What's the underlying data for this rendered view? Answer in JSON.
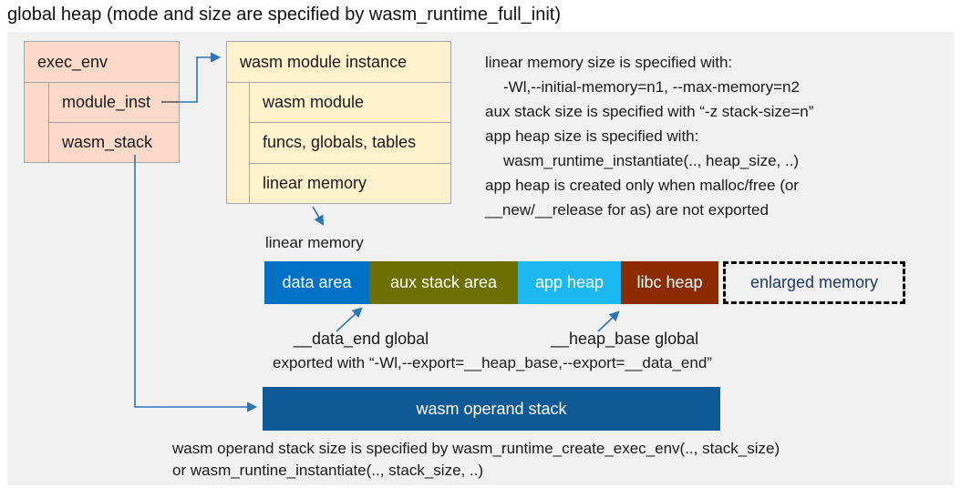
{
  "title": "global heap (mode and size are specified by wasm_runtime_full_init)",
  "exec_env": {
    "title": "exec_env",
    "rows": [
      "module_inst",
      "wasm_stack"
    ]
  },
  "module_instance": {
    "title": "wasm module instance",
    "rows": [
      "wasm module",
      "funcs, globals, tables",
      "linear memory"
    ]
  },
  "notes_right": {
    "lines": [
      "linear memory size is specified with:",
      "-Wl,--initial-memory=n1, --max-memory=n2",
      "aux stack size is specified with “-z stack-size=n”",
      "app heap size is specified with:",
      "wasm_runtime_instantiate(.., heap_size, ..)",
      "app heap is created only when malloc/free (or",
      "__new/__release for as) are not exported"
    ]
  },
  "linear_memory": {
    "label": "linear memory",
    "segments": [
      {
        "label": "data area",
        "color": "#0071c5"
      },
      {
        "label": "aux stack area",
        "color": "#6c7000"
      },
      {
        "label": "app heap",
        "color": "#1cb8f2"
      },
      {
        "label": "libc heap",
        "color": "#8c2b00"
      }
    ],
    "enlarged_label": "enlarged memory"
  },
  "annotations": {
    "data_end": "__data_end global",
    "heap_base": "__heap_base global",
    "exported": "exported with “-Wl,--export=__heap_base,--export=__data_end”"
  },
  "operand_stack": {
    "label": "wasm operand stack",
    "color": "#0d5a97"
  },
  "bottom_note": {
    "line1": "wasm operand stack size is specified by wasm_runtime_create_exec_env(.., stack_size)",
    "line2": "or wasm_runtine_instantiate(.., stack_size, ..)"
  },
  "colors": {
    "panel_bg": "#f1f1f2",
    "exec_env_fill": "#fbd9c8",
    "module_instance_fill": "#fdf2cc",
    "box_border": "#a6a6a6",
    "connector_blue": "#2e75b6",
    "enlarged_memory_text": "#1f3864"
  }
}
